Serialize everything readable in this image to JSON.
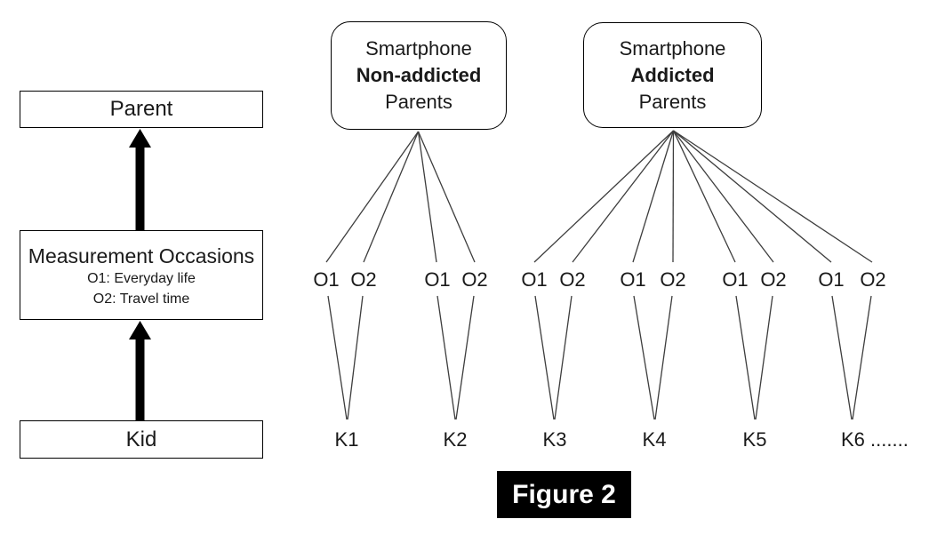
{
  "figure_label": "Figure 2",
  "left_flow": {
    "parent_label": "Parent",
    "measurement_title": "Measurement Occasions",
    "measurement_o1": "O1: Everyday life",
    "measurement_o2": "O2: Travel time",
    "kid_label": "Kid"
  },
  "parent_groups": [
    {
      "line1": "Smartphone",
      "line2": "Non-addicted",
      "line3": "Parents"
    },
    {
      "line1": "Smartphone",
      "line2": "Addicted",
      "line3": "Parents"
    }
  ],
  "occasion_labels": {
    "o1": "O1",
    "o2": "O2"
  },
  "kid_labels": [
    "K1",
    "K2",
    "K3",
    "K4",
    "K5",
    "K6 ......."
  ],
  "colors": {
    "connector_line": "#3d3d3d",
    "box_border": "#000000",
    "arrow": "#000000",
    "figure_bg": "#000000",
    "figure_text": "#ffffff"
  }
}
